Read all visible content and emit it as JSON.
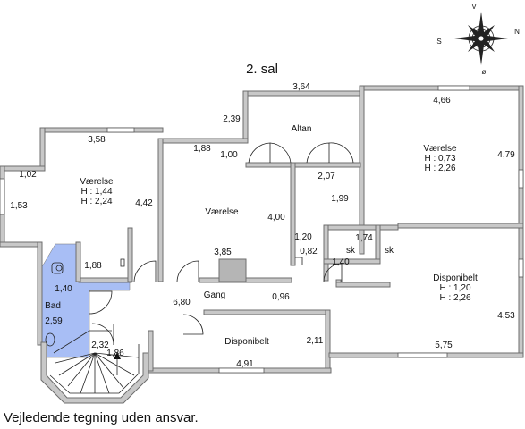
{
  "title": "2. sal",
  "compass": {
    "n": "N",
    "s": "S",
    "v": "V",
    "o": "ø"
  },
  "rooms": {
    "vaerelse_left": {
      "name": "Værelse",
      "h1": "H : 1,44",
      "h2": "H : 2,24"
    },
    "vaerelse_mid": {
      "name": "Værelse"
    },
    "vaerelse_right": {
      "name": "Værelse",
      "h1": "H : 0,73",
      "h2": "H : 2,26"
    },
    "altan": {
      "name": "Altan"
    },
    "bad": {
      "name": "Bad"
    },
    "sk1": {
      "name": "sk"
    },
    "sk2": {
      "name": "sk"
    },
    "gang": {
      "name": "Gang"
    },
    "disponibelt_bottom": {
      "name": "Disponibelt"
    },
    "disponibelt_right": {
      "name": "Disponibelt",
      "h1": "H : 1,20",
      "h2": "H : 2,26"
    }
  },
  "dimensions": {
    "d_364": "3,64",
    "d_239": "2,39",
    "d_466": "4,66",
    "d_479": "4,79",
    "d_358": "3,58",
    "d_102": "1,02",
    "d_153": "1,53",
    "d_442": "4,42",
    "d_188a": "1,88",
    "d_100": "1,00",
    "d_207": "2,07",
    "d_199": "1,99",
    "d_400": "4,00",
    "d_385": "3,85",
    "d_120": "1,20",
    "d_082": "0,82",
    "d_174": "1,74",
    "d_140a": "1,40",
    "d_188b": "1,88",
    "d_140b": "1,40",
    "d_259": "2,59",
    "d_680": "6,80",
    "d_096": "0,96",
    "d_453": "4,53",
    "d_575": "5,75",
    "d_211": "2,11",
    "d_491": "4,91",
    "d_232": "2,32",
    "d_186": "1,86"
  },
  "disclaimer": "Vejledende tegning uden ansvar.",
  "colors": {
    "bath": "#a8bef5",
    "wall": "#c8c8c8"
  }
}
